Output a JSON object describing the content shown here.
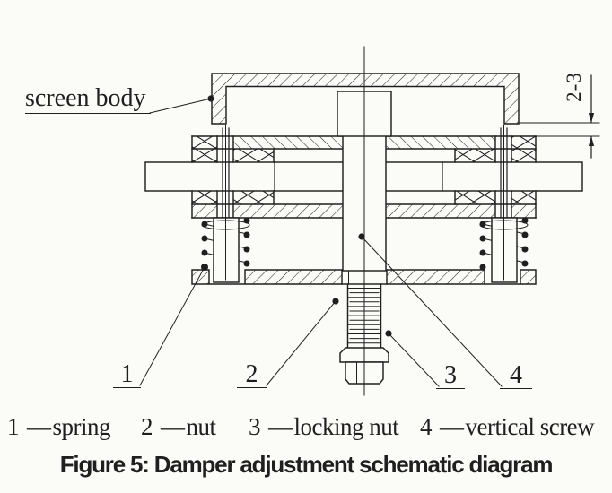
{
  "colors": {
    "ink": "#1f1f1f",
    "background": "#fbfbf8"
  },
  "annotations": {
    "screen_body": "screen body",
    "gap_dimension": "2-3",
    "part_numbers": [
      "1",
      "2",
      "3",
      "4"
    ]
  },
  "legend": {
    "separator": "—",
    "items": [
      {
        "num": "1",
        "name": "spring"
      },
      {
        "num": "2",
        "name": "nut"
      },
      {
        "num": "3",
        "name": "locking nut"
      },
      {
        "num": "4",
        "name": "vertical screw"
      }
    ]
  },
  "caption": "Figure 5: Damper adjustment schematic diagram"
}
